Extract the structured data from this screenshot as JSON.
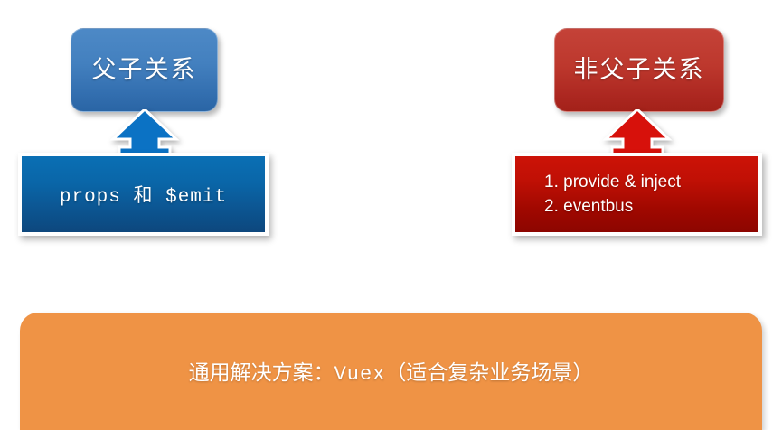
{
  "diagram": {
    "title_hidden": "",
    "colors": {
      "blue_header_top": "#4d89c6",
      "blue_header_bottom": "#2a65a5",
      "blue_body_top": "#0a6fb4",
      "blue_body_bottom": "#0d477d",
      "red_header_top": "#c44238",
      "red_header_bottom": "#a32119",
      "red_body_top": "#cc1207",
      "red_body_bottom": "#8c0500",
      "orange_banner": "#ef9345",
      "text_on_fill": "#ffffff",
      "background": "#ffffff"
    },
    "left_branch": {
      "header_label": "父子关系",
      "arrow_icon": "arrow-up-icon",
      "arrow_color": "#0b72c4",
      "detail_label": "props 和 $emit"
    },
    "right_branch": {
      "header_label": "非父子关系",
      "arrow_icon": "arrow-up-icon",
      "arrow_color": "#d7110b",
      "detail_items": [
        "1. provide & inject",
        "2. eventbus"
      ]
    },
    "solution_banner": {
      "prefix": "通用解决方案：",
      "tech": "Vuex",
      "suffix": "（适合复杂业务场景）"
    }
  }
}
